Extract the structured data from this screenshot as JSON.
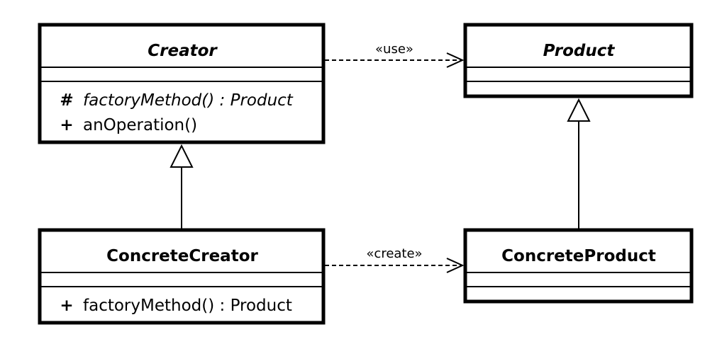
{
  "classes": {
    "creator": {
      "name": "Creator",
      "abstract": true,
      "operations": [
        {
          "visibility": "#",
          "text": "factoryMethod() : Product",
          "abstract": true
        },
        {
          "visibility": "+",
          "text": "anOperation()",
          "abstract": false
        }
      ]
    },
    "product": {
      "name": "Product",
      "abstract": true,
      "operations": []
    },
    "concrete_creator": {
      "name": "ConcreteCreator",
      "abstract": false,
      "operations": [
        {
          "visibility": "+",
          "text": "factoryMethod() : Product",
          "abstract": false
        }
      ]
    },
    "concrete_product": {
      "name": "ConcreteProduct",
      "abstract": false,
      "operations": []
    }
  },
  "relations": {
    "use_label": "«use»",
    "create_label": "«create»"
  }
}
